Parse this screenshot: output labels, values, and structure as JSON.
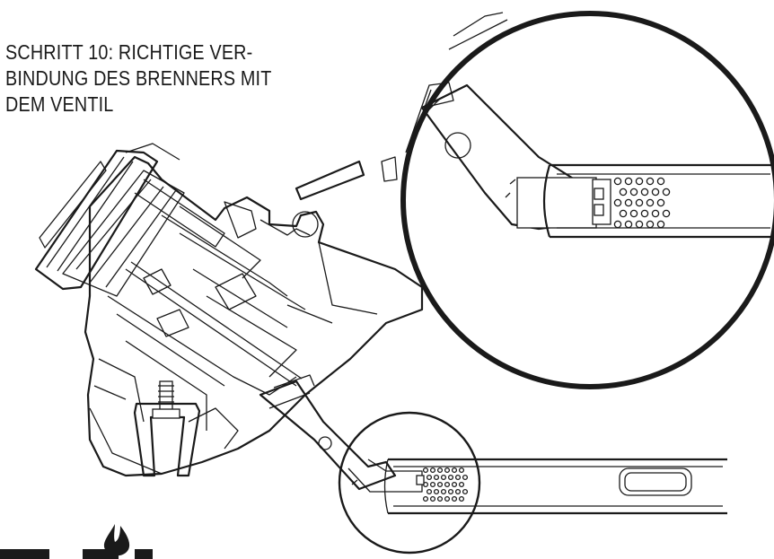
{
  "heading": {
    "line1": "SCHRITT 10: RICHTIGE VER-",
    "line2": "BINDUNG DES BRENNERS MIT",
    "line3": "DEM VENTIL"
  },
  "colors": {
    "line": "#1a1a1a",
    "background": "#ffffff"
  },
  "icons": {
    "logo": "flame-logo-icon"
  }
}
